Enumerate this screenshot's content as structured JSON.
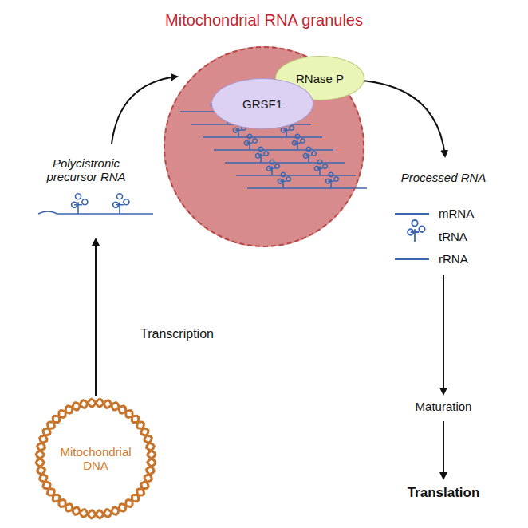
{
  "diagram": {
    "nodes": [
      {
        "text": [
          "Mitochondrial RNA granules"
        ]
      },
      {
        "text": [
          "RNase P"
        ],
        "in": 0
      },
      {
        "text": [
          "GRSF1"
        ],
        "in": 0
      },
      {
        "text": [
          "Mitochondrial DNA"
        ]
      }
    ],
    "labels": [
      "Polycistronic precursor RNA",
      "Transcription",
      "Processed RNA",
      "Maturation",
      "Translation"
    ],
    "legend": [
      {
        "text": "mRNA"
      },
      {
        "text": "tRNA"
      },
      {
        "text": "rRNA"
      }
    ]
  }
}
